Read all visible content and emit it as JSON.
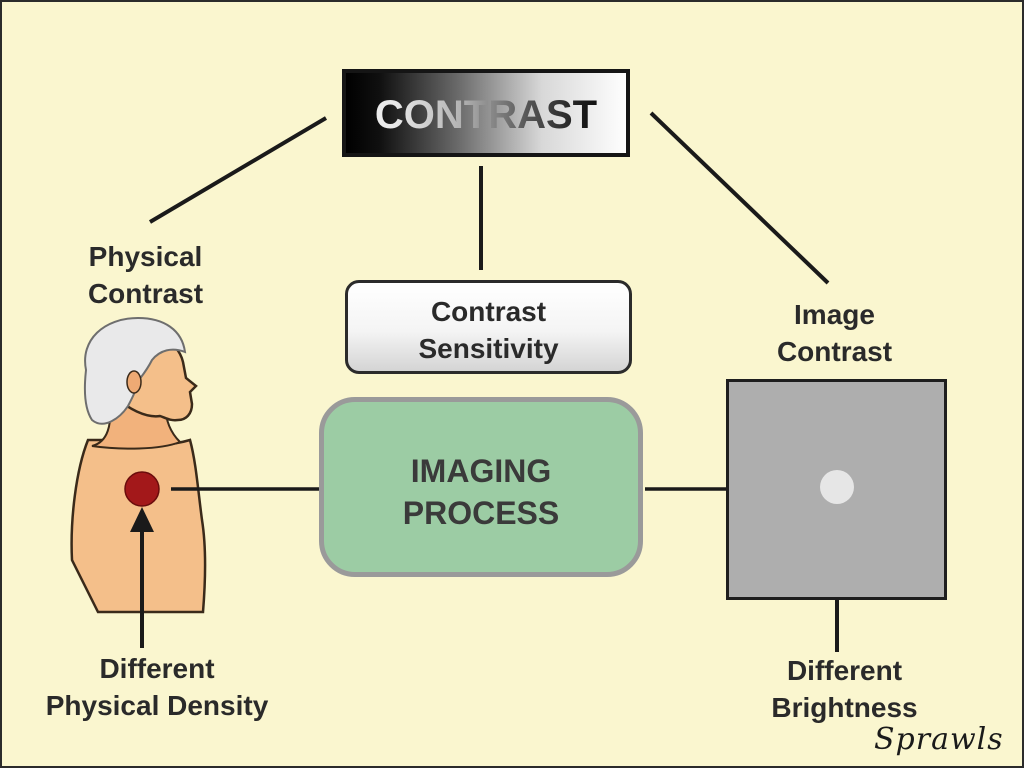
{
  "title": "CONTRAST",
  "physical_contrast": {
    "line1": "Physical",
    "line2": "Contrast"
  },
  "contrast_sensitivity": {
    "line1": "Contrast",
    "line2": "Sensitivity"
  },
  "image_contrast": {
    "line1": "Image",
    "line2": "Contrast"
  },
  "imaging_process": {
    "line1": "IMAGING",
    "line2": "PROCESS"
  },
  "different_density": {
    "line1": "Different",
    "line2": "Physical Density"
  },
  "different_brightness": {
    "line1": "Different",
    "line2": "Brightness"
  },
  "signature": "Sprawls",
  "colors": {
    "background": "#faf6cf",
    "process_box": "#9ccca4",
    "lesion": "#a3181a",
    "skin": "#f4bf8a",
    "image_panel": "#aeaeae",
    "bright_spot": "#e6e6e6"
  }
}
